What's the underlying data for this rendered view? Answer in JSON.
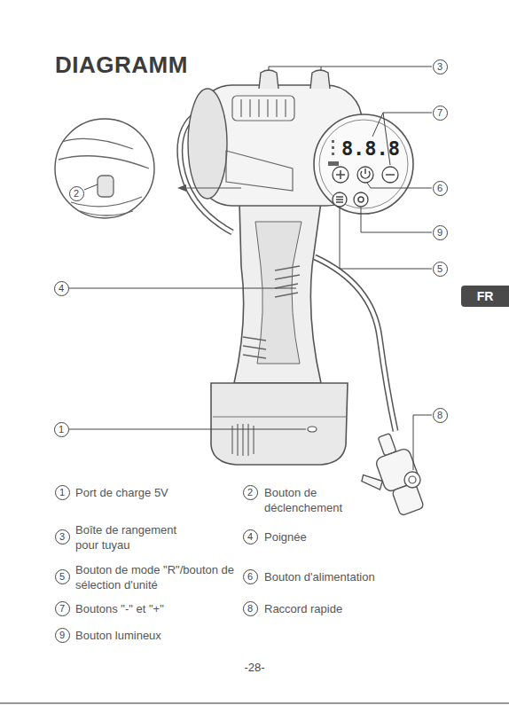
{
  "diagram": {
    "title": "DIAGRAMM",
    "labels": [
      "3",
      "7",
      "6",
      "9",
      "5",
      "4",
      "1",
      "8",
      "2",
      "8.8.8",
      "1",
      "Port de charge 5V",
      "2",
      "Bouton de déclenchement",
      "3",
      "Boîte de rangement pour tuyau",
      "4",
      "Poignée",
      "5",
      "Bouton de mode \"R\"/bouton de sélection d'unité",
      "6",
      "Bouton d'alimentation",
      "7",
      "Boutons \"-\" et \"+\"",
      "8",
      "Raccord rapide",
      "9",
      "Bouton lumineux",
      "FR",
      "-28-"
    ]
  }
}
